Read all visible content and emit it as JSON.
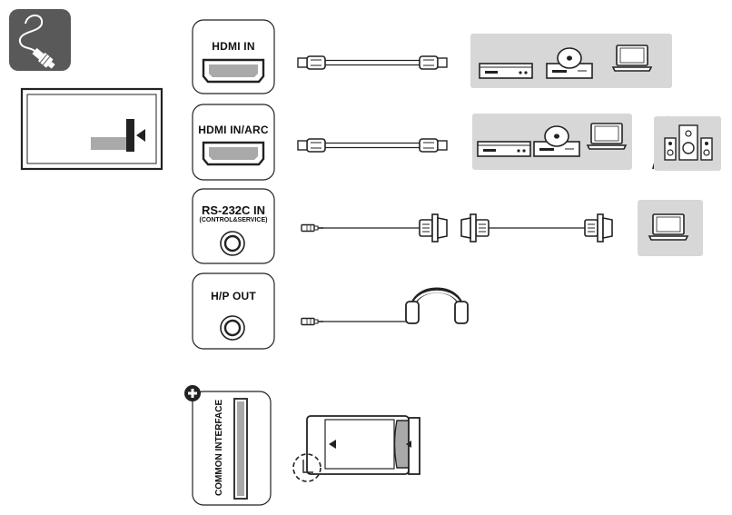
{
  "ports": {
    "hdmi_in": {
      "label": "HDMI IN"
    },
    "hdmi_in_arc": {
      "label": "HDMI IN/ARC"
    },
    "rs232c": {
      "label": "RS-232C IN",
      "sublabel": "(CONTROL&SERVICE)"
    },
    "hp_out": {
      "label": "H/P OUT"
    },
    "common_interface": {
      "label": "COMMON INTERFACE"
    }
  },
  "devices": {
    "row1": [
      "set-top-box-icon",
      "dvd-player-icon",
      "laptop-icon"
    ],
    "row2": [
      "set-top-box-icon",
      "dvd-player-icon",
      "laptop-icon",
      "speaker-system-icon"
    ],
    "row3": [
      "laptop-icon"
    ],
    "row4": [
      "headphones-icon"
    ],
    "row5": [
      "ci-module-icon"
    ]
  },
  "colors": {
    "line": "#222222",
    "panel_gray": "#d7d7d7",
    "icon_bg": "#595959",
    "port_gray": "#a9a9a9"
  }
}
